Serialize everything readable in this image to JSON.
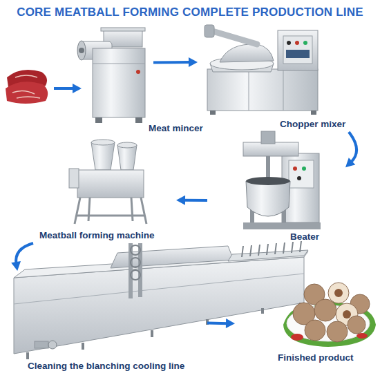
{
  "diagram": {
    "title": "CORE MEATBALL FORMING COMPLETE PRODUCTION LINE",
    "nodes": [
      {
        "text": [
          "Meat mincer"
        ]
      },
      {
        "text": [
          "Chopper mixer"
        ]
      },
      {
        "text": [
          "Beater"
        ]
      },
      {
        "text": [
          "Meatball forming machine"
        ]
      },
      {
        "text": [
          "Cleaning the blanching cooling line"
        ]
      },
      {
        "text": [
          "Finished product"
        ]
      }
    ],
    "edges": [
      {
        "from": 0,
        "to": 1,
        "arrow": "to"
      },
      {
        "from": 1,
        "to": 2,
        "arrow": "to"
      },
      {
        "from": 2,
        "to": 3,
        "arrow": "to"
      },
      {
        "from": 3,
        "to": 4,
        "arrow": "to"
      },
      {
        "from": 4,
        "to": 5,
        "arrow": "to"
      }
    ]
  }
}
